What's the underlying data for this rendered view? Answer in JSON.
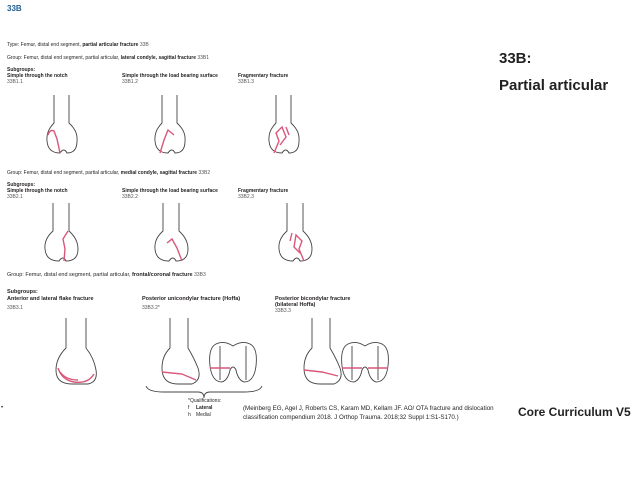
{
  "heading_code": "33B",
  "slide_title_1": "33B:",
  "slide_title_2": "Partial articular",
  "type_line": {
    "prefix": "Type: Femur, distal end segment, ",
    "bold": "partial articular fracture",
    "code": "33B"
  },
  "groups": [
    {
      "prefix": "Group: Femur, distal end segment, partial articular, ",
      "bold": "lateral condyle, sagittal fracture",
      "code": "33B1",
      "subgroups_label": "Subgroups:",
      "items": [
        {
          "name": "Simple through the notch",
          "code": "33B1.1"
        },
        {
          "name": "Simple through the load bearing surface",
          "code": "33B1.2"
        },
        {
          "name": "Fragmentary fracture",
          "code": "33B1.3"
        }
      ]
    },
    {
      "prefix": "Group: Femur, distal end segment, partial articular, ",
      "bold": "medial condyle, sagittal fracture",
      "code": "33B2",
      "subgroups_label": "Subgroups:",
      "items": [
        {
          "name": "Simple through the notch",
          "code": "33B2.1"
        },
        {
          "name": "Simple through the load bearing surface",
          "code": "33B2.2"
        },
        {
          "name": "Fragmentary fracture",
          "code": "33B2.3"
        }
      ]
    },
    {
      "prefix": "Group: Femur, distal end segment, partial articular, ",
      "bold": "frontal/coronal fracture",
      "code": "33B3",
      "subgroups_label": "Subgroups:",
      "items": [
        {
          "name": "Anterior and lateral flake fracture",
          "code": "33B3.1"
        },
        {
          "name": "Posterior unicondylar fracture (Hoffa)",
          "code": "33B3.2*"
        },
        {
          "name": "Posterior bicondylar fracture",
          "name2": "(bilateral Hoffa)",
          "code": "33B3.3"
        }
      ]
    }
  ],
  "qualifications": {
    "label": "*Qualifications:",
    "items": [
      {
        "key": "f",
        "value": "Lateral"
      },
      {
        "key": "h",
        "value": "Medial"
      }
    ]
  },
  "citation_line1": "(Meinberg EG, Agel J, Roberts CS, Karam MD, Kellam JF. AO/ OTA fracture and dislocation",
  "citation_line2": "classification compendium 2018. J Orthop Trauma. 2018;32 Suppl 1:S1-S170.)",
  "footer_brand": "Core Curriculum V5",
  "footer_marker": "•",
  "colors": {
    "heading": "#1f5f95",
    "fracture_line": "#d9577a",
    "bone_outline": "#444444"
  }
}
